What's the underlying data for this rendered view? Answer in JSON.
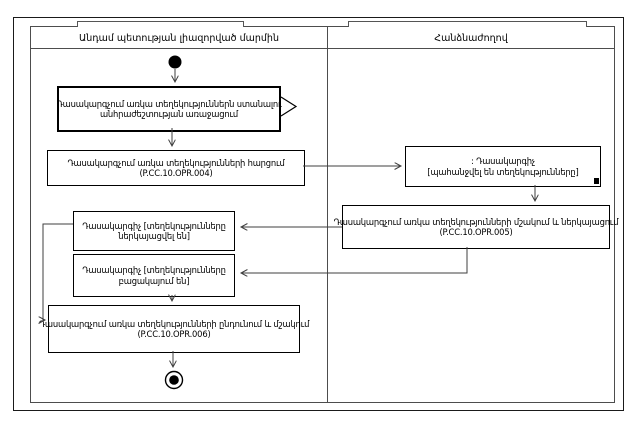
{
  "diagram": {
    "lanes": {
      "left_title": "Անդամ պետության լիազորված մարմին",
      "right_title": "Հանձնաժողով"
    },
    "nodes": {
      "need_arises": {
        "line1": "Դասակարգչում առկա տեղեկություններն ստանալու",
        "line2": "անհրաժեշտության առաջացում"
      },
      "query_info": {
        "line1": "Դասակարգչում առկա տեղեկությունների հարցում",
        "line2": "(P.CC.10.OPR.004)"
      },
      "classifier_required": {
        "line1": ": Դասակարգիչ",
        "line2": "[պահանջվել են տեղեկությունները]"
      },
      "process_and_present": {
        "line1": "Դասակարգչում առկա տեղեկությունների մշակում և ներկայացում",
        "line2": "(P.CC.10.OPR.005)"
      },
      "info_presented": {
        "line1": "Դասակարգիչ [տեղեկությունները",
        "line2": "ներկայացվել են]"
      },
      "info_missing": {
        "line1": "Դասակարգիչ [տեղեկությունները",
        "line2": "բացակայում են]"
      },
      "receive_and_process": {
        "line1": "Դասակարգչում առկա տեղեկությունների ընդունում և մշակում",
        "line2": "(P.CC.10.OPR.006)"
      }
    },
    "colors": {
      "background": "#ffffff",
      "box_border": "#000000",
      "lane_border": "#4d4d4d",
      "connector": "#3f3f3f"
    }
  }
}
